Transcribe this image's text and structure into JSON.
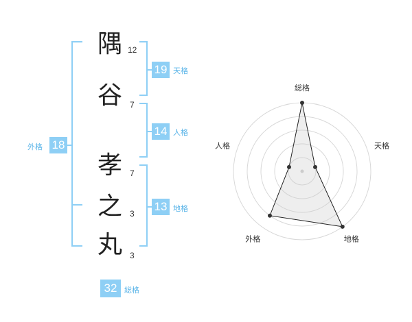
{
  "name_chars": [
    {
      "char": "隅",
      "strokes": "12"
    },
    {
      "char": "谷",
      "strokes": "7"
    },
    {
      "char": "孝",
      "strokes": "7"
    },
    {
      "char": "之",
      "strokes": "3"
    },
    {
      "char": "丸",
      "strokes": "3"
    }
  ],
  "kakusu": {
    "tenkaku": {
      "value": "19",
      "label": "天格"
    },
    "jinkaku": {
      "value": "14",
      "label": "人格"
    },
    "chikaku": {
      "value": "13",
      "label": "地格"
    },
    "gaikaku": {
      "value": "18",
      "label": "外格"
    },
    "soukaku": {
      "value": "32",
      "label": "総格"
    }
  },
  "colors": {
    "accent": "#8ecff5",
    "label": "#5ab4e8"
  },
  "chart_data": {
    "type": "radar",
    "axes": [
      "総格",
      "天格",
      "地格",
      "外格",
      "人格"
    ],
    "values": [
      5,
      1,
      5,
      4,
      1
    ],
    "max": 5,
    "rings": 5
  }
}
